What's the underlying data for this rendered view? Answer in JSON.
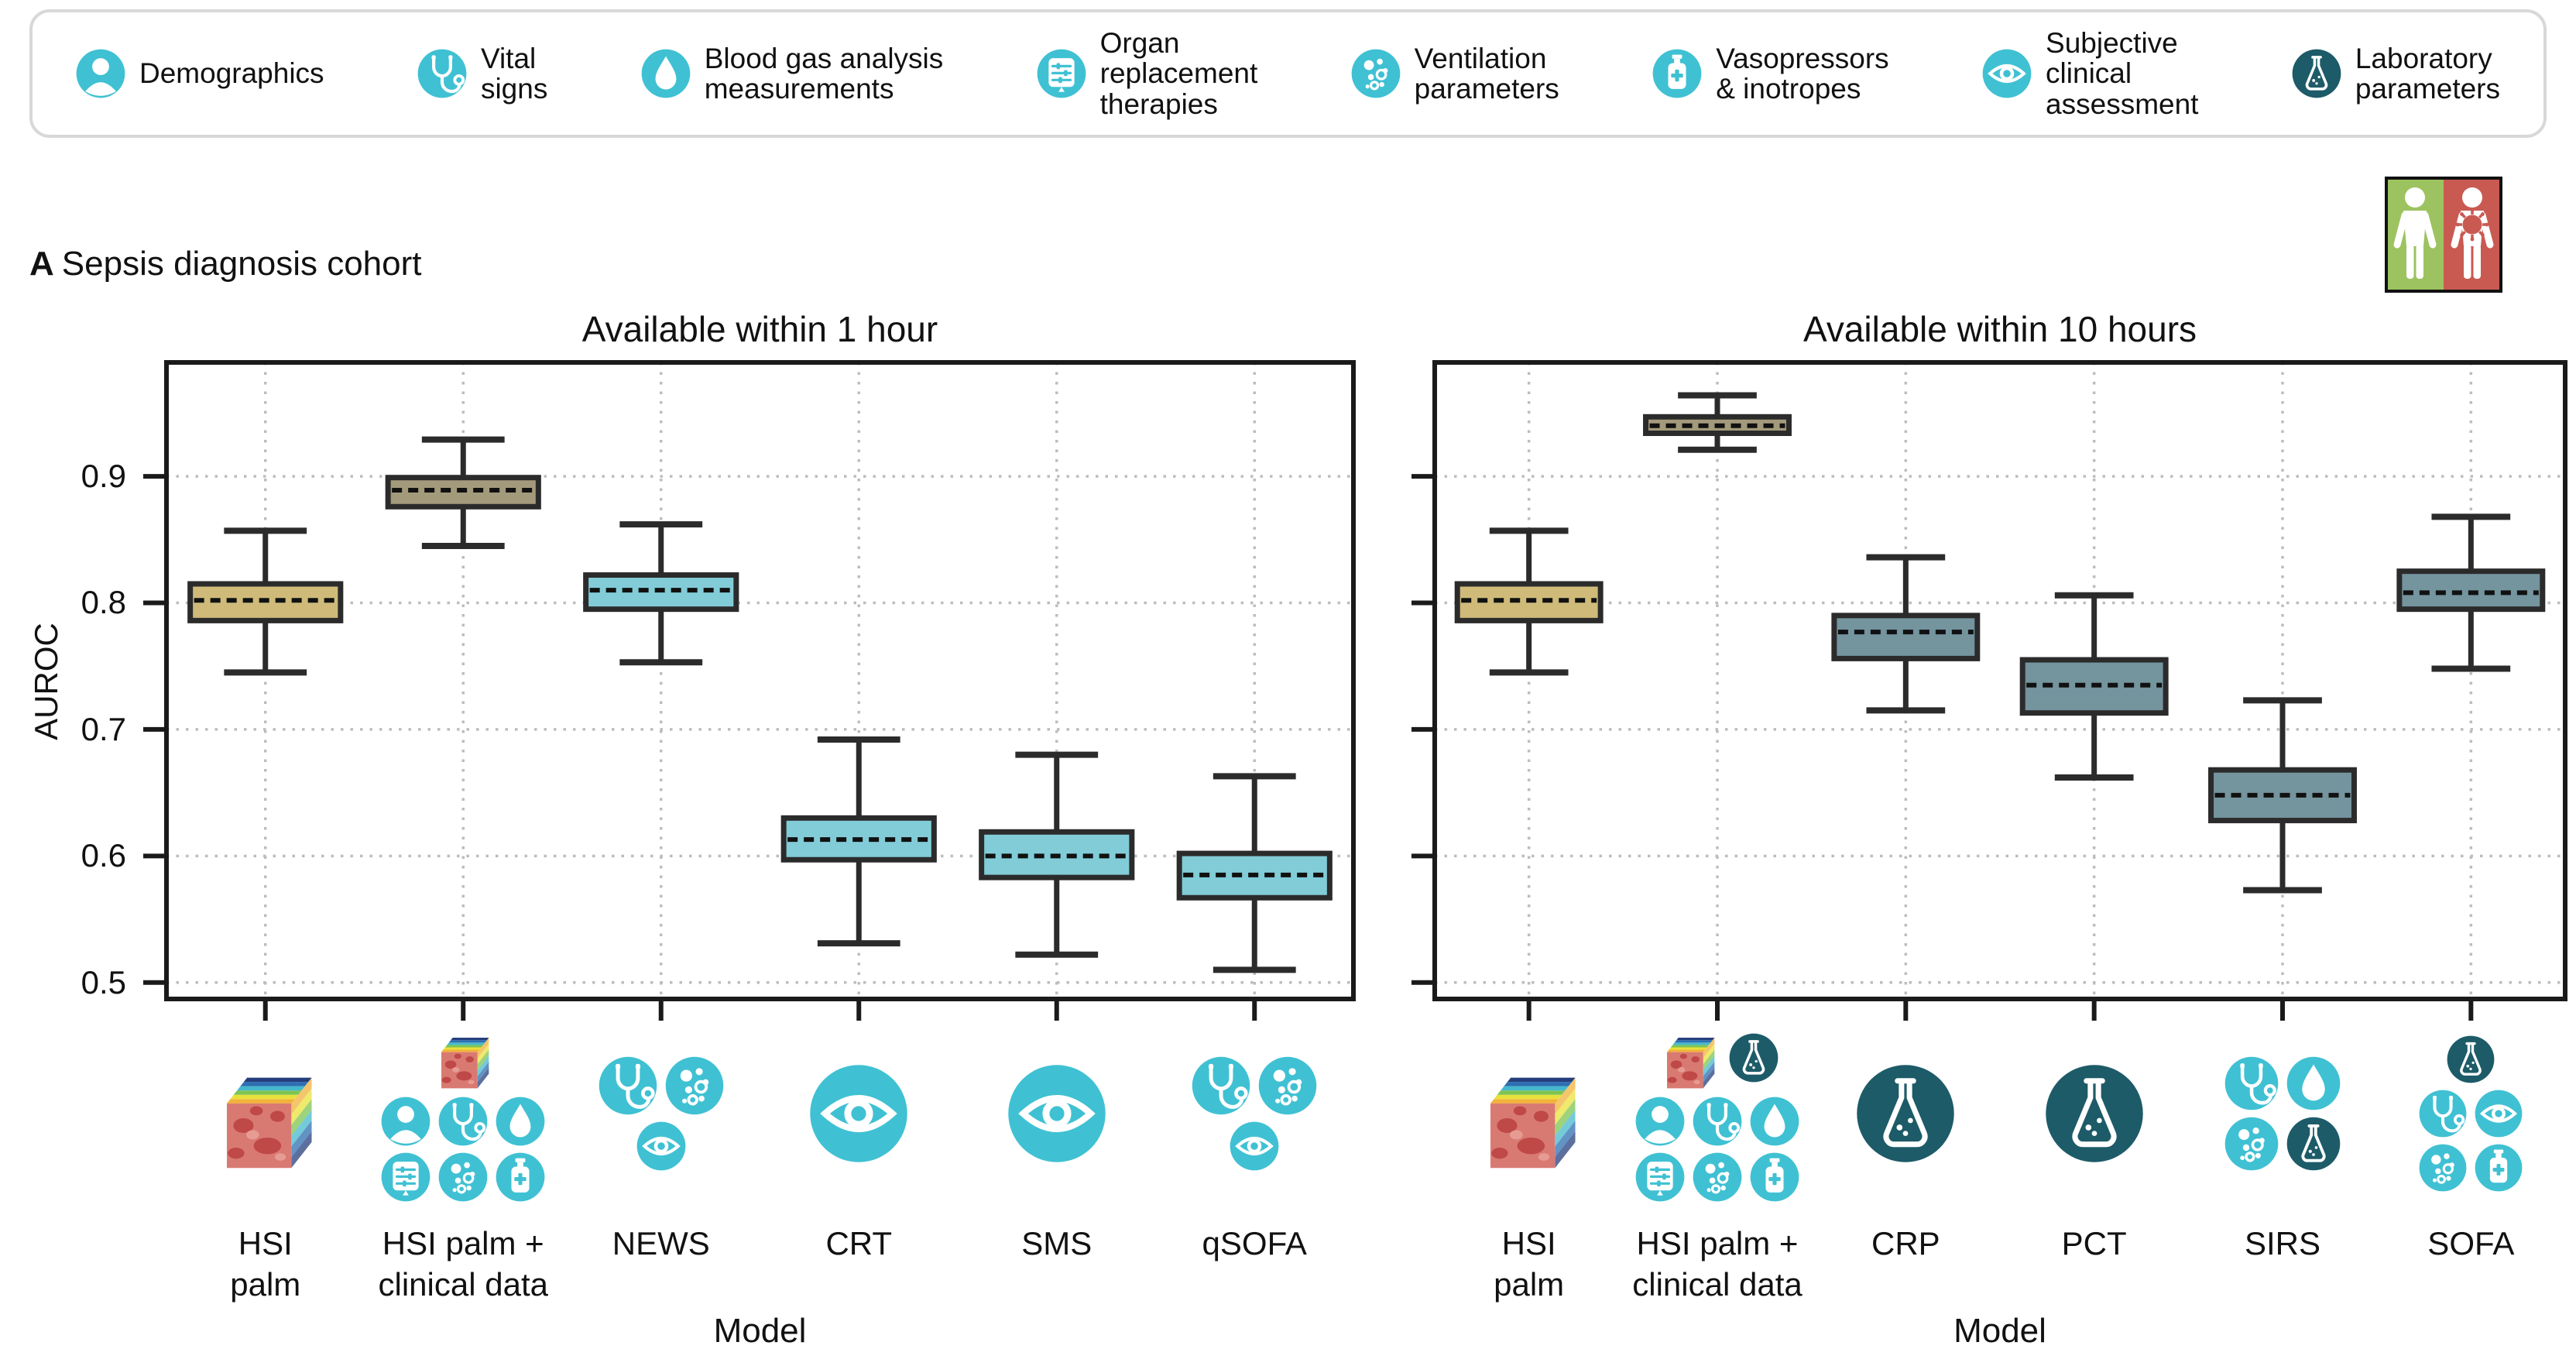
{
  "legend": {
    "items": [
      {
        "name": "demographics",
        "style": "teal",
        "lines": [
          "Demographics"
        ]
      },
      {
        "name": "vital-signs",
        "style": "teal",
        "lines": [
          "Vital",
          "signs"
        ]
      },
      {
        "name": "blood-gas",
        "style": "teal",
        "lines": [
          "Blood gas analysis",
          "measurements"
        ]
      },
      {
        "name": "organ-replacement",
        "style": "teal",
        "lines": [
          "Organ",
          "replacement",
          "therapies"
        ]
      },
      {
        "name": "ventilation",
        "style": "teal",
        "lines": [
          "Ventilation",
          "parameters"
        ]
      },
      {
        "name": "vasopressors",
        "style": "teal",
        "lines": [
          "Vasopressors",
          "& inotropes"
        ]
      },
      {
        "name": "subjective",
        "style": "teal",
        "lines": [
          "Subjective",
          "clinical",
          "assessment"
        ]
      },
      {
        "name": "laboratory",
        "style": "dark",
        "lines": [
          "Laboratory",
          "parameters"
        ]
      }
    ]
  },
  "section": {
    "prefix": "A",
    "title": "Sepsis diagnosis cohort"
  },
  "corner_icon": {
    "label": "healthy vs septic patient"
  },
  "colors": {
    "teal": "#3fc1d3",
    "dark_teal": "#1d5b68",
    "tan": "#cfba79",
    "olive": "#a39a7c",
    "light_blue": "#82ccd8",
    "slate": "#74949e",
    "grid": "#bdbdbd",
    "box_stroke": "#2b2b2b",
    "axis": "#1a1a1a",
    "legend_border": "#d8d8d8",
    "green": "#9cc35f",
    "red": "#c95a52"
  },
  "chart_data": [
    {
      "type": "box",
      "title": "Available within 1 hour",
      "xlabel": "Model",
      "ylabel": "AUROC",
      "ylim": [
        0.487,
        0.99
      ],
      "yticks": [
        0.9,
        0.8,
        0.7,
        0.6,
        0.5
      ],
      "grid": true,
      "boxes": [
        {
          "model": "HSI palm",
          "label_lines": [
            "HSI",
            "palm"
          ],
          "color_key": "tan",
          "whisker_low": 0.745,
          "q1": 0.786,
          "median": 0.802,
          "q3": 0.815,
          "whisker_high": 0.857,
          "icon_rows": [
            [
              "hsi-cube@150"
            ]
          ]
        },
        {
          "model": "HSI palm + clinical data",
          "label_lines": [
            "HSI palm +",
            "clinical data"
          ],
          "color_key": "olive",
          "whisker_low": 0.845,
          "q1": 0.876,
          "median": 0.889,
          "q3": 0.899,
          "whisker_high": 0.929,
          "icon_rows": [
            [
              "hsi-cube@84"
            ],
            [
              "demographics@64",
              "vital-signs@64",
              "blood-gas@64"
            ],
            [
              "organ-replacement@64",
              "ventilation@64",
              "vasopressors@64"
            ]
          ]
        },
        {
          "model": "NEWS",
          "label_lines": [
            "NEWS"
          ],
          "color_key": "light_blue",
          "whisker_low": 0.753,
          "q1": 0.795,
          "median": 0.81,
          "q3": 0.822,
          "whisker_high": 0.862,
          "icon_rows": [
            [
              "vital-signs@76",
              "ventilation@76"
            ],
            [
              "subjective@64"
            ]
          ]
        },
        {
          "model": "CRT",
          "label_lines": [
            "CRT"
          ],
          "color_key": "light_blue",
          "whisker_low": 0.531,
          "q1": 0.597,
          "median": 0.613,
          "q3": 0.63,
          "whisker_high": 0.692,
          "icon_rows": [
            [
              "subjective@128"
            ]
          ]
        },
        {
          "model": "SMS",
          "label_lines": [
            "SMS"
          ],
          "color_key": "light_blue",
          "whisker_low": 0.522,
          "q1": 0.583,
          "median": 0.6,
          "q3": 0.619,
          "whisker_high": 0.68,
          "icon_rows": [
            [
              "subjective@128"
            ]
          ]
        },
        {
          "model": "qSOFA",
          "label_lines": [
            "qSOFA"
          ],
          "color_key": "light_blue",
          "whisker_low": 0.51,
          "q1": 0.567,
          "median": 0.585,
          "q3": 0.602,
          "whisker_high": 0.663,
          "icon_rows": [
            [
              "vital-signs@76",
              "ventilation@76"
            ],
            [
              "subjective@64"
            ]
          ]
        }
      ]
    },
    {
      "type": "box",
      "title": "Available within 10 hours",
      "xlabel": "Model",
      "ylabel": "",
      "ylim": [
        0.487,
        0.99
      ],
      "yticks": [
        0.9,
        0.8,
        0.7,
        0.6,
        0.5
      ],
      "grid": true,
      "boxes": [
        {
          "model": "HSI palm",
          "label_lines": [
            "HSI",
            "palm"
          ],
          "color_key": "tan",
          "whisker_low": 0.745,
          "q1": 0.786,
          "median": 0.802,
          "q3": 0.815,
          "whisker_high": 0.857,
          "icon_rows": [
            [
              "hsi-cube@150"
            ]
          ]
        },
        {
          "model": "HSI palm + clinical data",
          "label_lines": [
            "HSI palm +",
            "clinical data"
          ],
          "color_key": "olive",
          "whisker_low": 0.921,
          "q1": 0.934,
          "median": 0.94,
          "q3": 0.947,
          "whisker_high": 0.964,
          "icon_rows": [
            [
              "hsi-cube@84",
              "laboratory@64"
            ],
            [
              "demographics@64",
              "vital-signs@64",
              "blood-gas@64"
            ],
            [
              "organ-replacement@64",
              "ventilation@64",
              "vasopressors@64"
            ]
          ]
        },
        {
          "model": "CRP",
          "label_lines": [
            "CRP"
          ],
          "color_key": "slate",
          "whisker_low": 0.715,
          "q1": 0.756,
          "median": 0.777,
          "q3": 0.79,
          "whisker_high": 0.836,
          "icon_rows": [
            [
              "laboratory@128"
            ]
          ]
        },
        {
          "model": "PCT",
          "label_lines": [
            "PCT"
          ],
          "color_key": "slate",
          "whisker_low": 0.662,
          "q1": 0.713,
          "median": 0.735,
          "q3": 0.755,
          "whisker_high": 0.806,
          "icon_rows": [
            [
              "laboratory@128"
            ]
          ]
        },
        {
          "model": "SIRS",
          "label_lines": [
            "SIRS"
          ],
          "color_key": "slate",
          "whisker_low": 0.573,
          "q1": 0.628,
          "median": 0.648,
          "q3": 0.668,
          "whisker_high": 0.723,
          "icon_rows": [
            [
              "vital-signs@70",
              "blood-gas@70"
            ],
            [
              "ventilation@70",
              "laboratory@70"
            ]
          ]
        },
        {
          "model": "SOFA",
          "label_lines": [
            "SOFA"
          ],
          "color_key": "slate",
          "whisker_low": 0.748,
          "q1": 0.795,
          "median": 0.808,
          "q3": 0.825,
          "whisker_high": 0.868,
          "icon_rows": [
            [
              "laboratory@62"
            ],
            [
              "vital-signs@62",
              "subjective@62"
            ],
            [
              "ventilation@62",
              "vasopressors@62"
            ]
          ]
        }
      ]
    }
  ]
}
